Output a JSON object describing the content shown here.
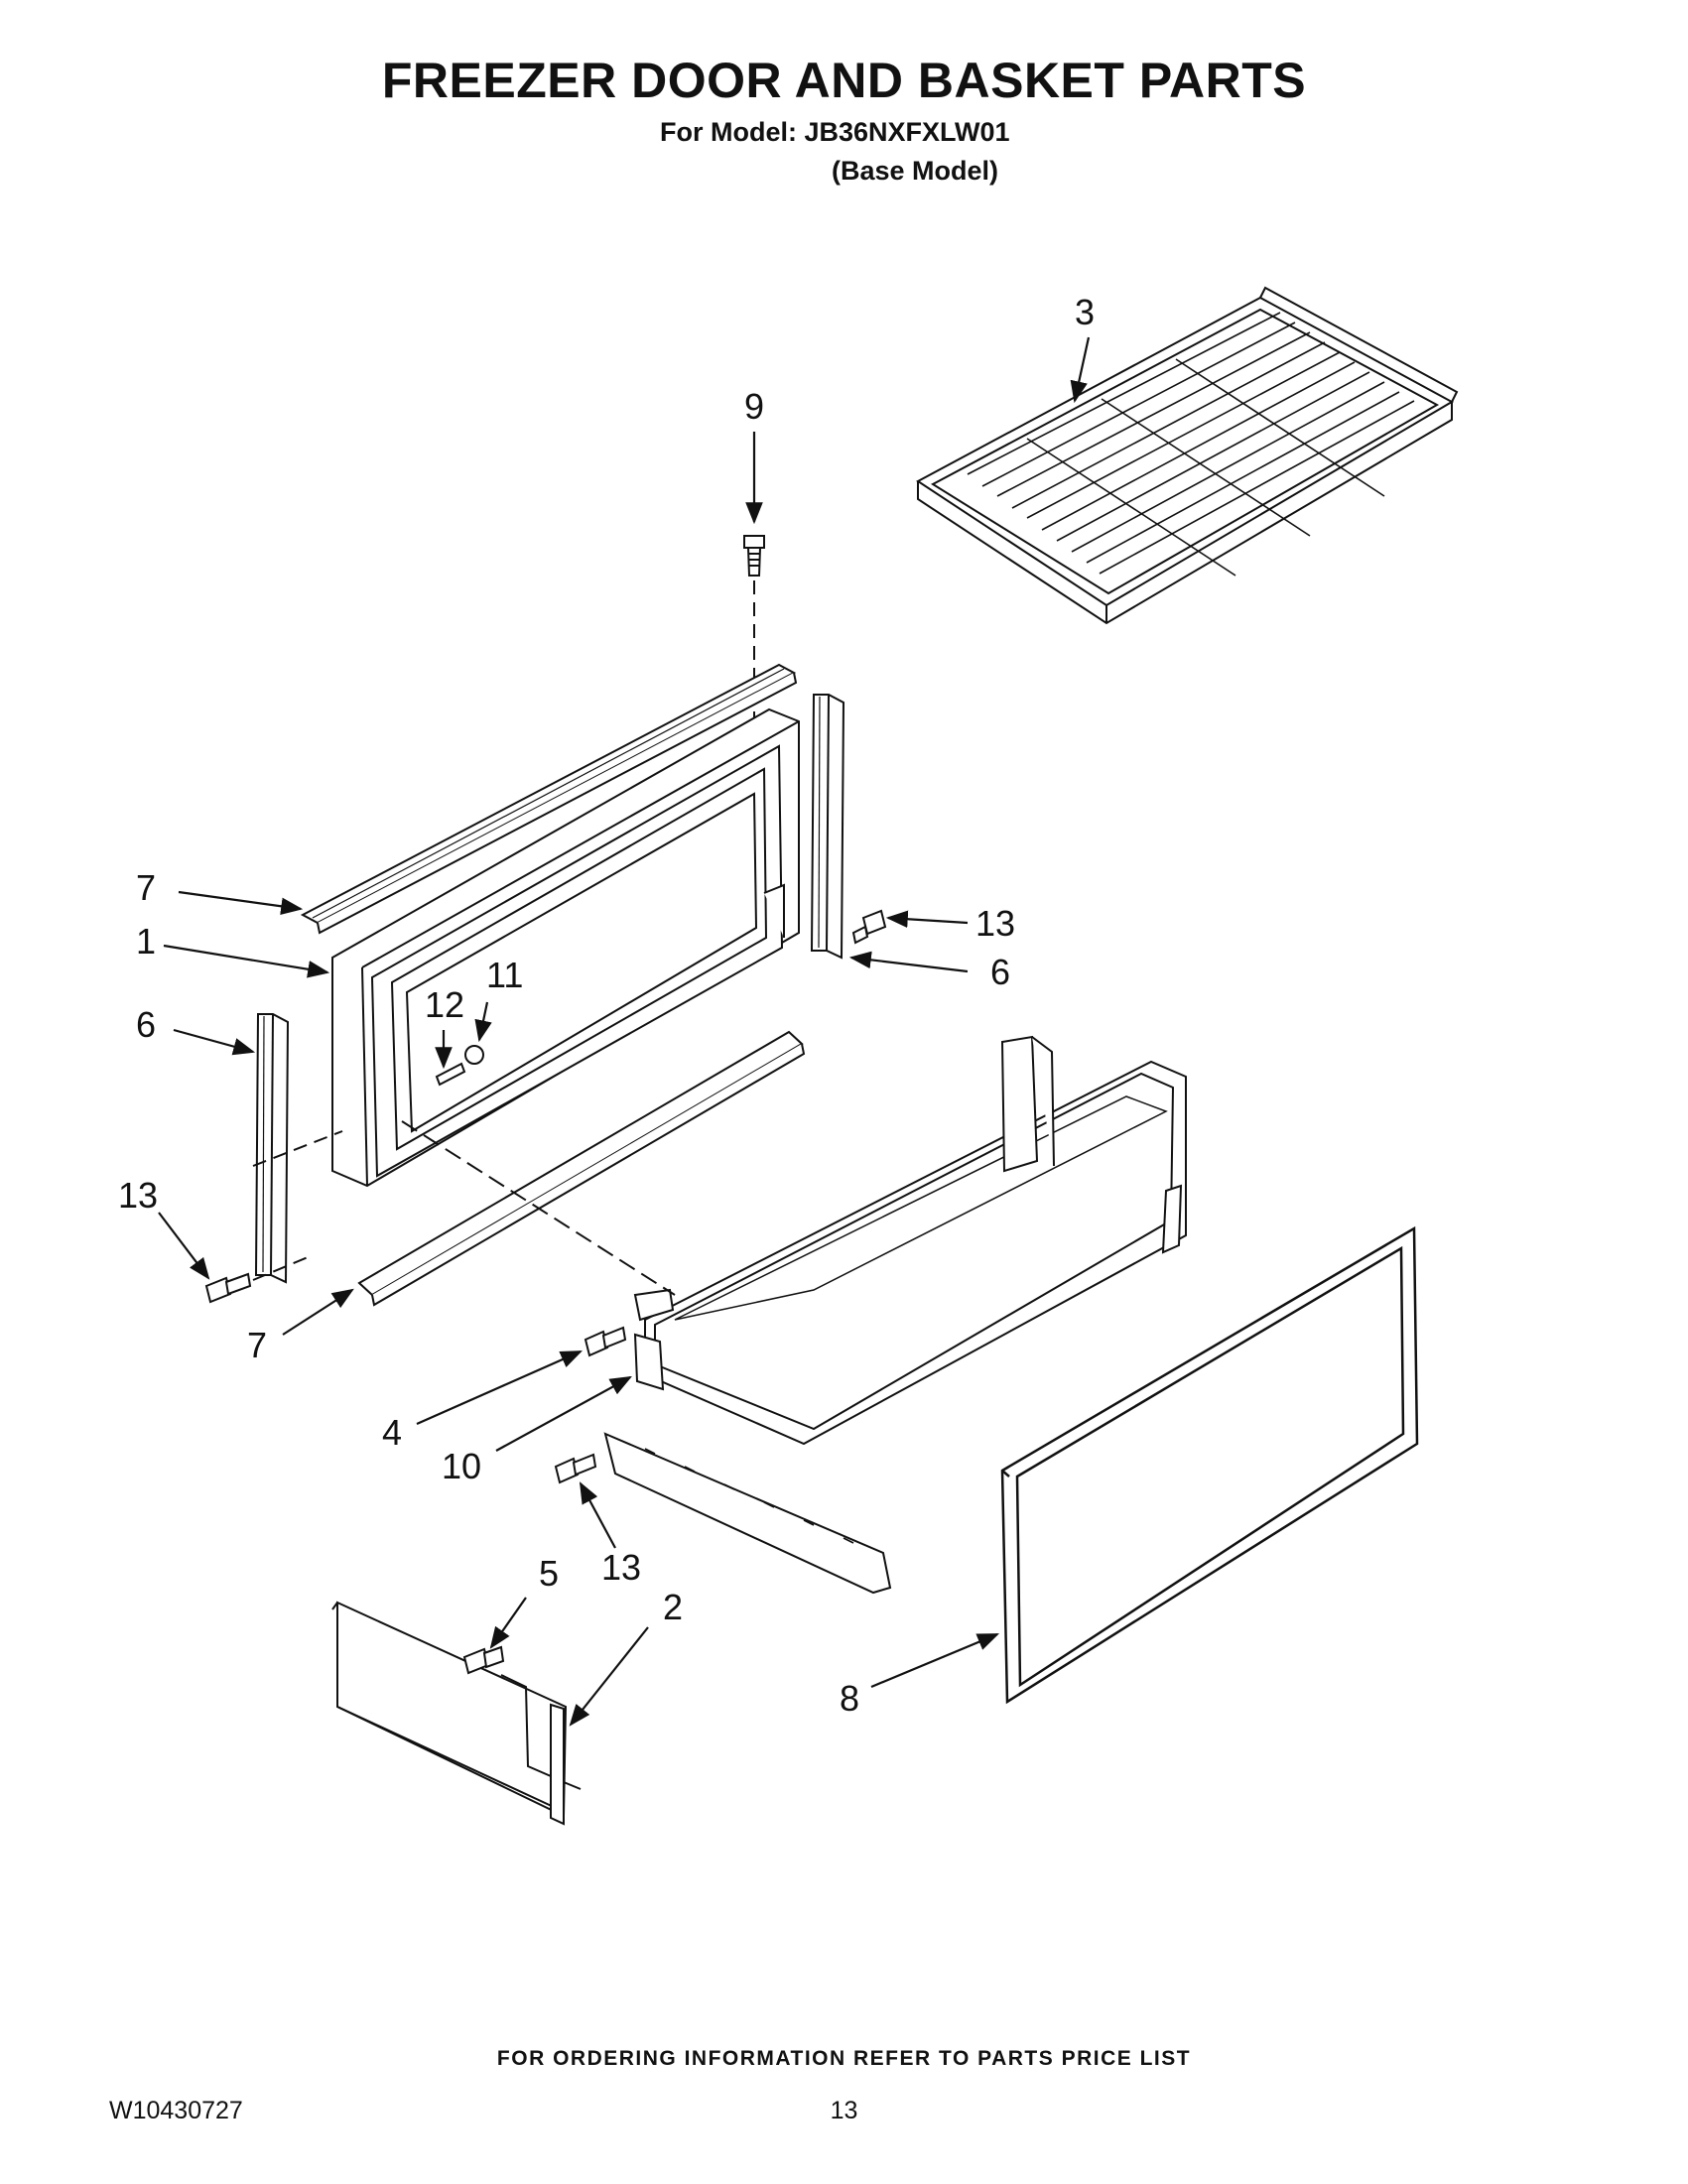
{
  "header": {
    "title": "FREEZER DOOR AND BASKET PARTS",
    "model_line": "For Model: JB36NXFXLW01",
    "base_model": "(Base Model)"
  },
  "callouts": {
    "c1": "1",
    "c2": "2",
    "c3": "3",
    "c4": "4",
    "c5": "5",
    "c6_left": "6",
    "c6_right": "6",
    "c7_top": "7",
    "c7_bottom": "7",
    "c8": "8",
    "c9": "9",
    "c10": "10",
    "c11": "11",
    "c12": "12",
    "c13_left": "13",
    "c13_right": "13",
    "c13_bottom": "13"
  },
  "footer": {
    "ordering_note": "FOR ORDERING INFORMATION REFER TO PARTS PRICE LIST",
    "doc_number": "W10430727",
    "page_number": "13"
  }
}
